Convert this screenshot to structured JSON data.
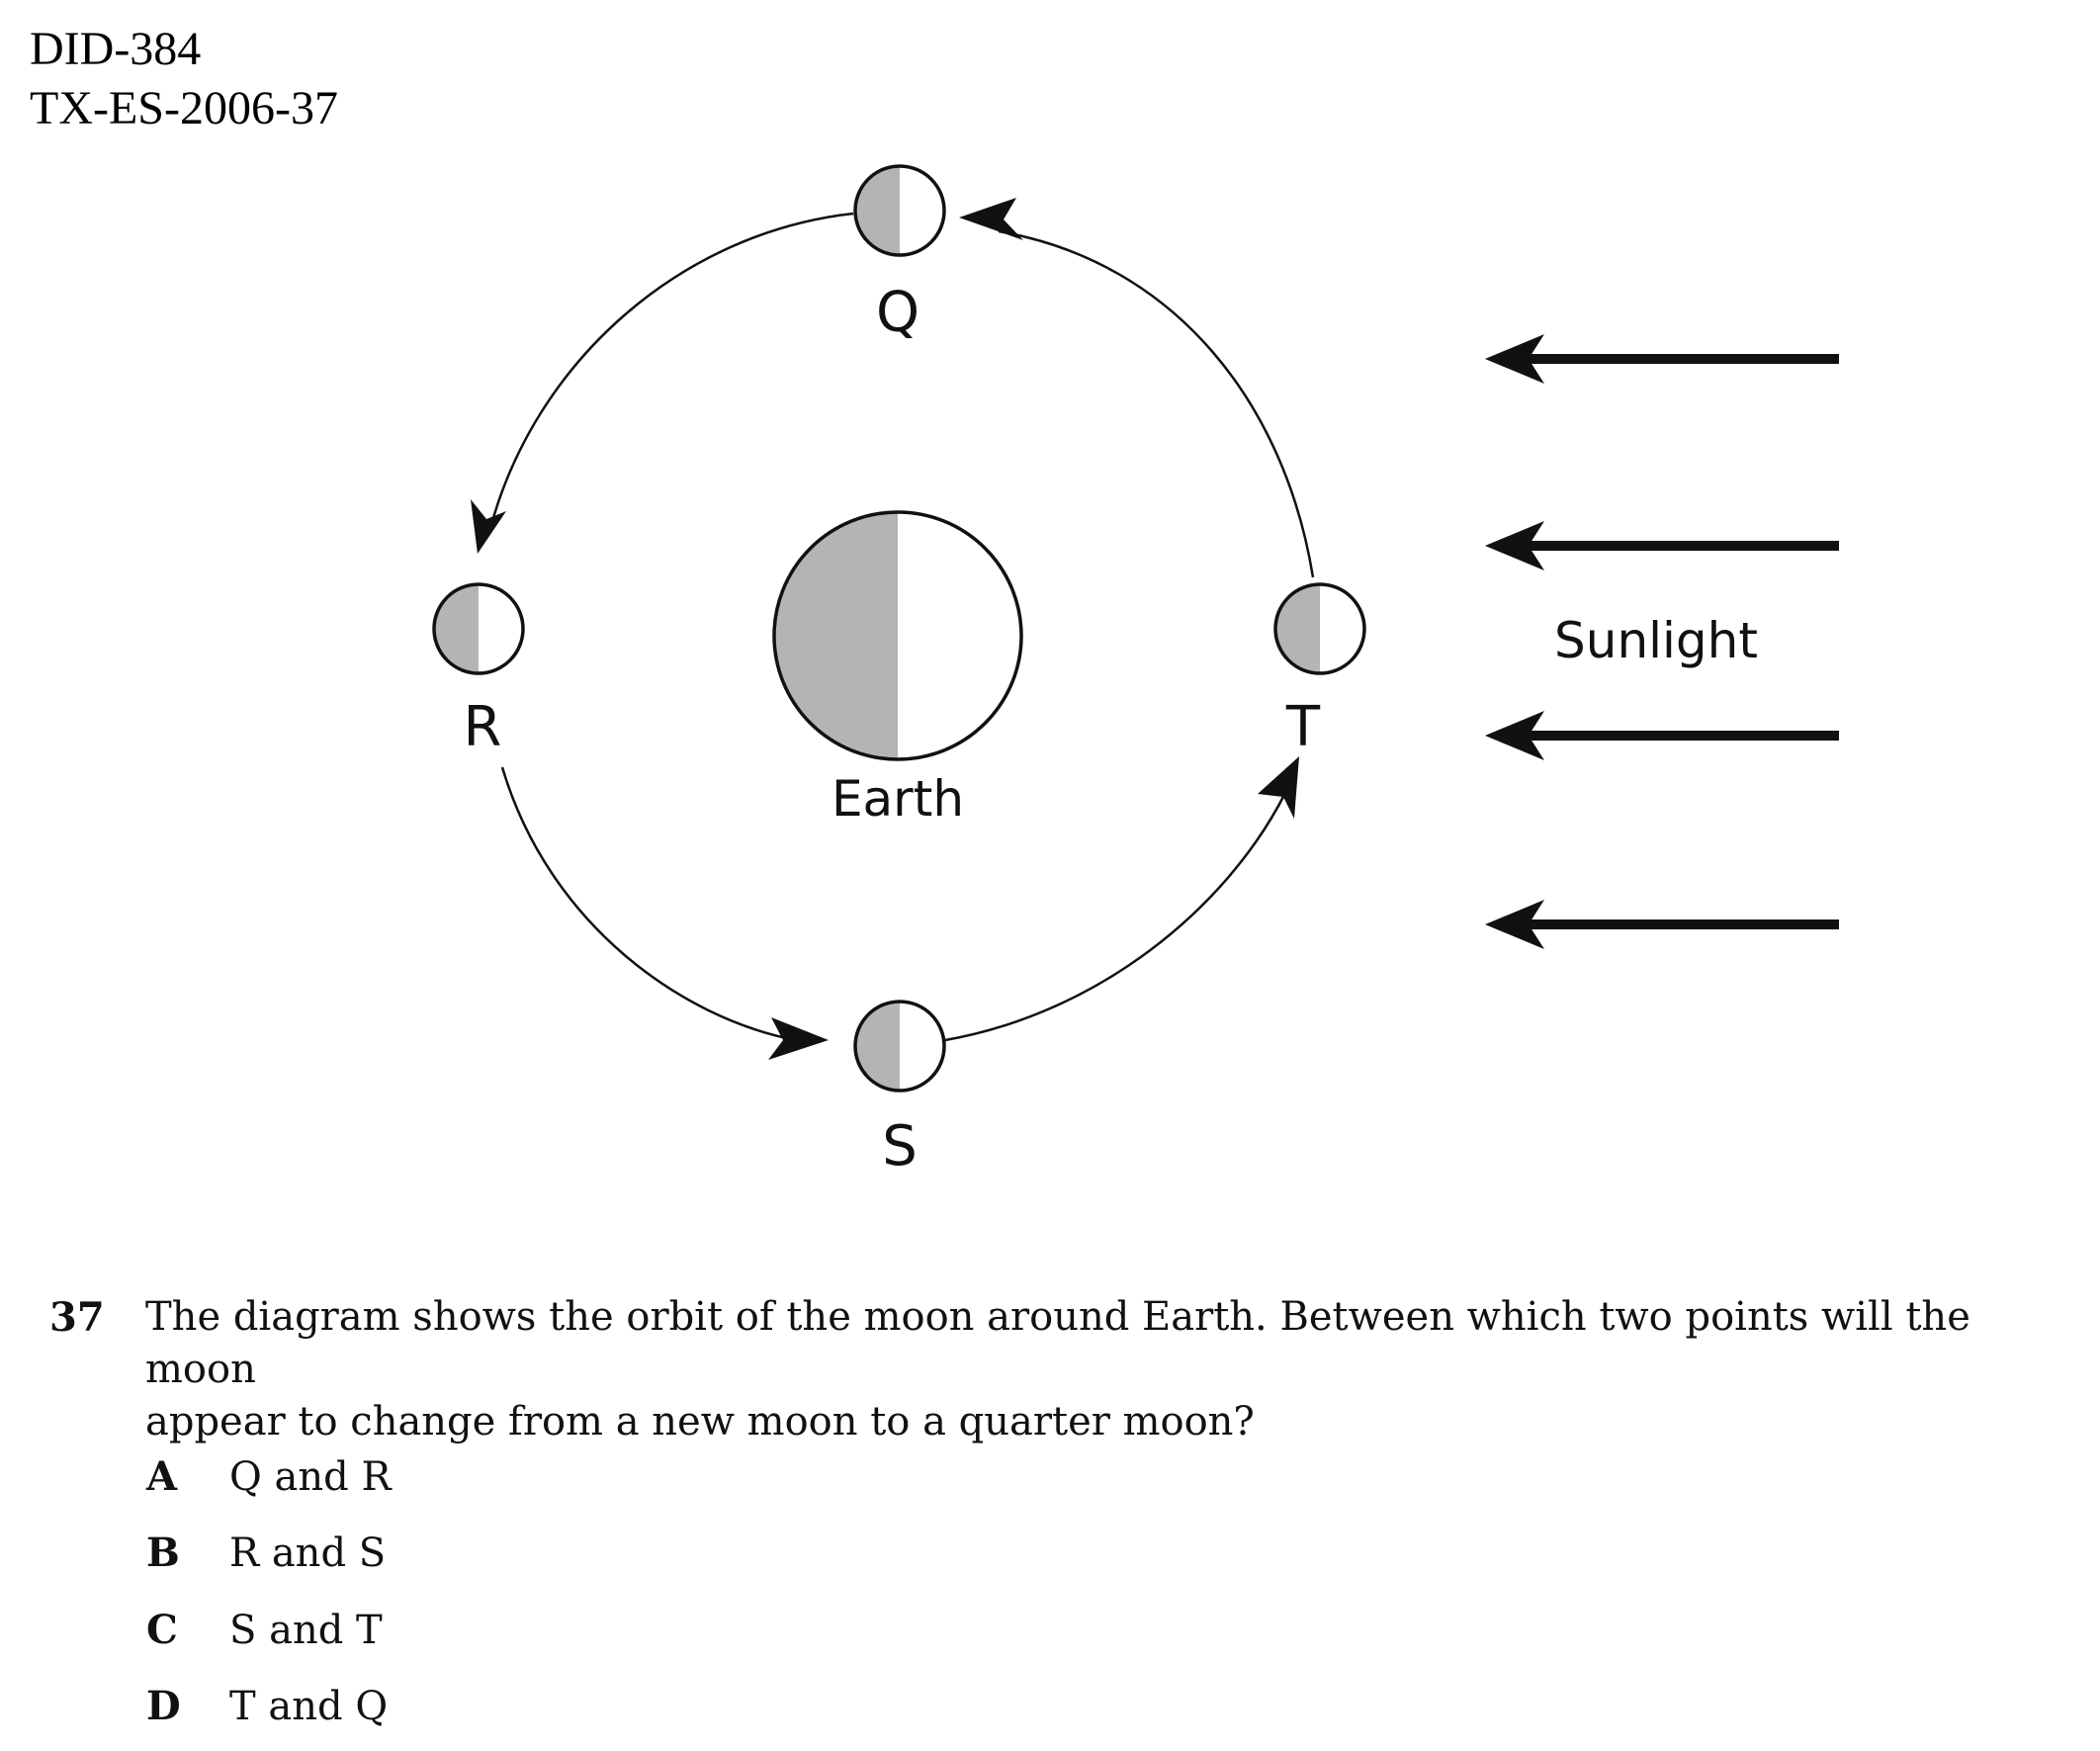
{
  "header": {
    "id_line": "DID-384",
    "code_line": "TX-ES-2006-37"
  },
  "diagram": {
    "labels": {
      "q": "Q",
      "r": "R",
      "s": "S",
      "t": "T",
      "earth": "Earth",
      "sunlight": "Sunlight"
    },
    "colors": {
      "shadow": "#b3b4b6",
      "line": "#111111",
      "lit": "#ffffff"
    }
  },
  "question": {
    "number": "37",
    "text": "The diagram shows the orbit of the moon around Earth. Between which two points will the moon\nappear to change from a new moon to a quarter moon?",
    "choices": [
      {
        "letter": "A",
        "text": "Q and R"
      },
      {
        "letter": "B",
        "text": "R and S"
      },
      {
        "letter": "C",
        "text": "S and T"
      },
      {
        "letter": "D",
        "text": "T and Q"
      }
    ]
  }
}
